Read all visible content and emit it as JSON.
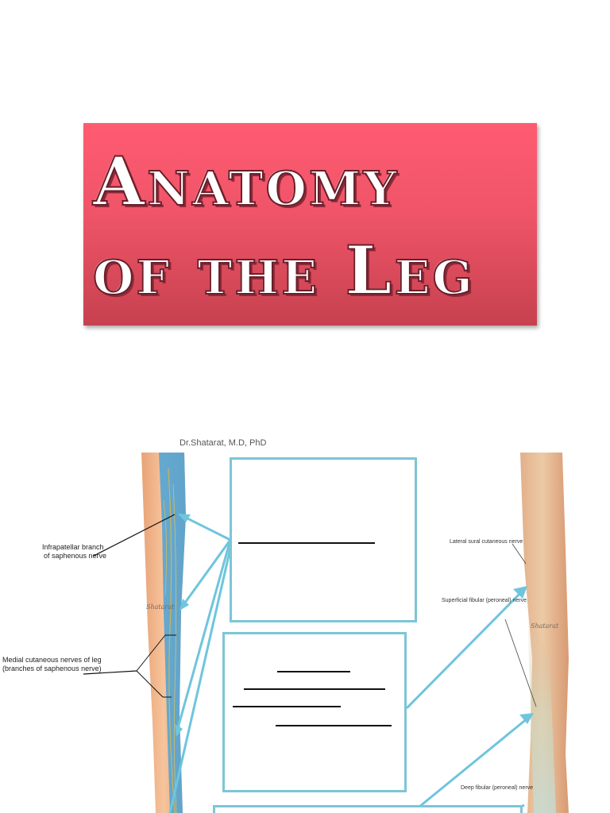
{
  "title": {
    "line1": "Anatomy",
    "line2": "of the Leg"
  },
  "author": "Dr.Shatarat, M.D, PhD",
  "figure": {
    "left_labels": {
      "infrapatellar_line1": "Infrapatellar branch",
      "infrapatellar_line2": "of saphenous nerve",
      "medial_line1": "Medial cutaneous nerves of leg",
      "medial_line2": "(branches of saphenous nerve)"
    },
    "right_labels": {
      "lateral_sural": "Lateral sural cutaneous nerve",
      "superficial_fibular": "Superficial fibular (peroneal) nerve",
      "deep_fibular": "Deep fibular (peroneal) nerve"
    },
    "watermark_left": "Shatarat",
    "watermark_right": "Shatarat"
  },
  "colors": {
    "title_bg": "#ef5468",
    "box_border": "#7cc6d6",
    "nerve_region": "#4aa3d8"
  }
}
